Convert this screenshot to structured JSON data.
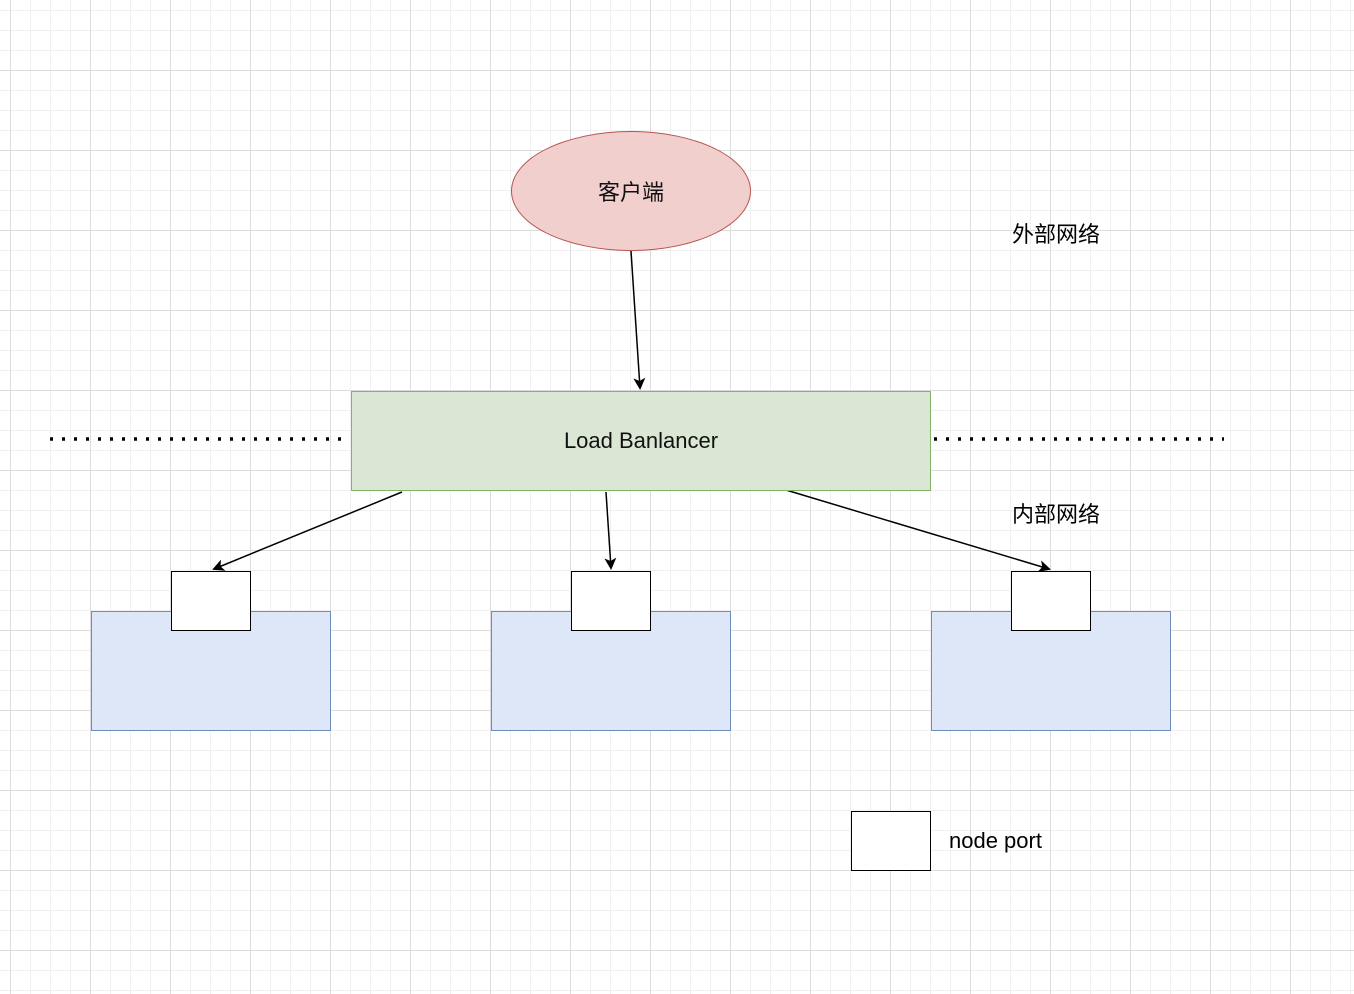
{
  "diagram": {
    "client_label": "客户端",
    "load_balancer_label": "Load Banlancer",
    "external_network_label": "外部网络",
    "internal_network_label": "内部网络",
    "legend": {
      "label": "node port"
    },
    "servers": [
      {
        "id": "server-1"
      },
      {
        "id": "server-2"
      },
      {
        "id": "server-3"
      }
    ]
  },
  "colors": {
    "client_fill": "#f0cfcd",
    "client_stroke": "#b85450",
    "lb_fill": "#d9e7d4",
    "lb_stroke": "#82b366",
    "server_fill": "#dee7f7",
    "server_stroke": "#6c8ebf"
  }
}
